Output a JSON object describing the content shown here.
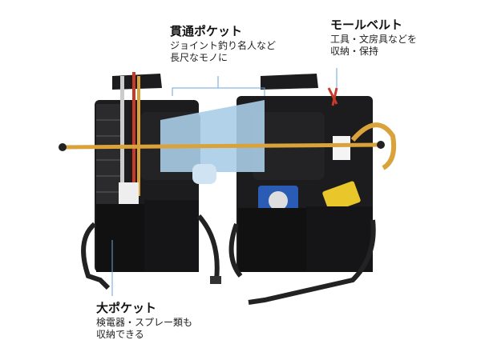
{
  "callouts": {
    "through_pocket": {
      "title": "貫通ポケット",
      "lines": [
        "ジョイント釣り名人など",
        "長尺なモノに"
      ]
    },
    "molle_belt": {
      "title": "モールベルト",
      "lines": [
        "工具・文房具などを",
        "収納・保持"
      ]
    },
    "large_pocket": {
      "title": "大ポケット",
      "lines": [
        "検電器・スプレー類も",
        "収納できる"
      ]
    }
  },
  "colors": {
    "bag": "#1c1c1e",
    "pole": "#d9a23a",
    "callout_line": "#6aa6d8",
    "umbrella": "#a9cde6"
  }
}
